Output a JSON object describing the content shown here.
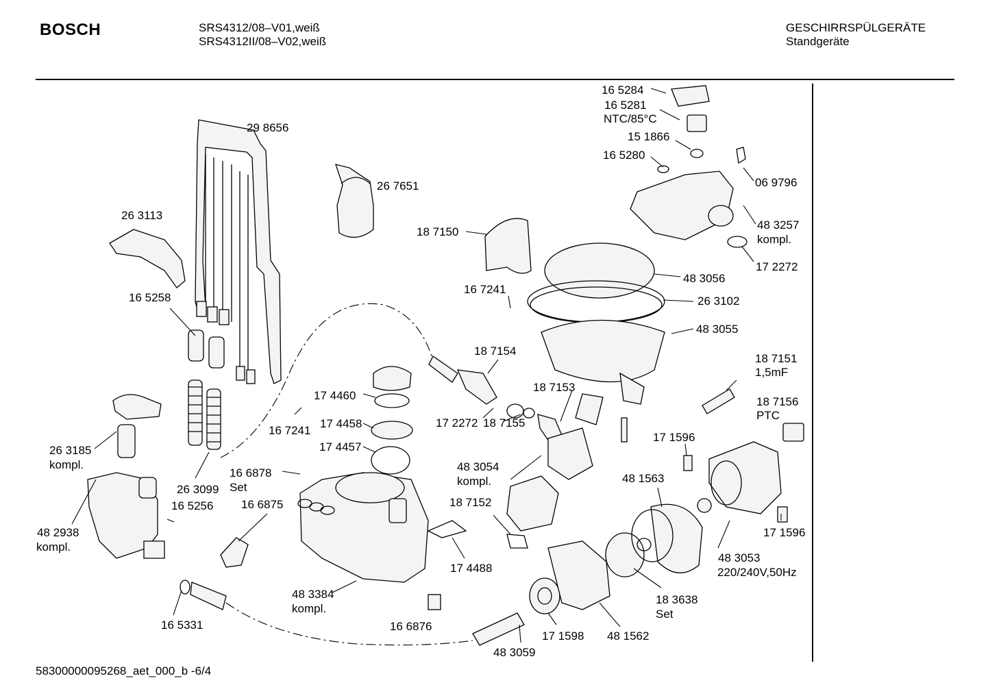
{
  "header": {
    "brand": "BOSCH",
    "model_1": "SRS4312/08–V01,weiß",
    "model_2": "SRS4312II/08–V02,weiß",
    "category": "GESCHIRRSPÜLGERÄTE",
    "subcategory": "Standgeräte"
  },
  "footer": {
    "doc_id": "58300000095268_aet_000_b  -6/4"
  },
  "parts": [
    {
      "id": "p298656",
      "lines": [
        "29 8656"
      ]
    },
    {
      "id": "p267651",
      "lines": [
        "26 7651"
      ]
    },
    {
      "id": "p263113",
      "lines": [
        "26 3113"
      ]
    },
    {
      "id": "p165258",
      "lines": [
        "16 5258"
      ]
    },
    {
      "id": "p187150",
      "lines": [
        "18 7150"
      ]
    },
    {
      "id": "p167241a",
      "lines": [
        "16 7241"
      ]
    },
    {
      "id": "p165284",
      "lines": [
        "16 5284"
      ]
    },
    {
      "id": "p165281",
      "lines": [
        "16 5281",
        "NTC/85°C"
      ]
    },
    {
      "id": "p151866",
      "lines": [
        "15 1866"
      ]
    },
    {
      "id": "p165280",
      "lines": [
        "16 5280"
      ]
    },
    {
      "id": "p069796",
      "lines": [
        "06 9796"
      ]
    },
    {
      "id": "p483257",
      "lines": [
        "48 3257",
        "kompl."
      ]
    },
    {
      "id": "p172272a",
      "lines": [
        "17 2272"
      ]
    },
    {
      "id": "p483056",
      "lines": [
        "48 3056"
      ]
    },
    {
      "id": "p263102",
      "lines": [
        "26 3102"
      ]
    },
    {
      "id": "p483055",
      "lines": [
        "48 3055"
      ]
    },
    {
      "id": "p187154",
      "lines": [
        "18 7154"
      ]
    },
    {
      "id": "p174460",
      "lines": [
        "17 4460"
      ]
    },
    {
      "id": "p174458",
      "lines": [
        "17 4458"
      ]
    },
    {
      "id": "p167241b",
      "lines": [
        "16 7241"
      ]
    },
    {
      "id": "p174457",
      "lines": [
        "17 4457"
      ]
    },
    {
      "id": "p187153",
      "lines": [
        "18 7153"
      ]
    },
    {
      "id": "p172272b",
      "lines": [
        "17 2272"
      ]
    },
    {
      "id": "p187155",
      "lines": [
        "18 7155"
      ]
    },
    {
      "id": "p187151",
      "lines": [
        "18 7151",
        "1,5mF"
      ]
    },
    {
      "id": "p187156",
      "lines": [
        "18 7156",
        "PTC"
      ]
    },
    {
      "id": "p171596a",
      "lines": [
        "17 1596"
      ]
    },
    {
      "id": "p263185",
      "lines": [
        "26 3185",
        "kompl."
      ]
    },
    {
      "id": "p263099",
      "lines": [
        "26 3099"
      ]
    },
    {
      "id": "p166878",
      "lines": [
        "16 6878",
        "Set"
      ]
    },
    {
      "id": "p483054",
      "lines": [
        "48 3054",
        "kompl."
      ]
    },
    {
      "id": "p481563",
      "lines": [
        "48 1563"
      ]
    },
    {
      "id": "p165256",
      "lines": [
        "16 5256"
      ]
    },
    {
      "id": "p166875",
      "lines": [
        "16 6875"
      ]
    },
    {
      "id": "p187152",
      "lines": [
        "18 7152"
      ]
    },
    {
      "id": "p171596b",
      "lines": [
        "17 1596"
      ]
    },
    {
      "id": "p482938",
      "lines": [
        "48 2938",
        "kompl."
      ]
    },
    {
      "id": "p174488",
      "lines": [
        "17 4488"
      ]
    },
    {
      "id": "p483053",
      "lines": [
        "48 3053",
        "220/240V,50Hz"
      ]
    },
    {
      "id": "p183638",
      "lines": [
        "18 3638",
        "Set"
      ]
    },
    {
      "id": "p483384",
      "lines": [
        "48 3384",
        "kompl."
      ]
    },
    {
      "id": "p165331",
      "lines": [
        "16 5331"
      ]
    },
    {
      "id": "p166876",
      "lines": [
        "16 6876"
      ]
    },
    {
      "id": "p171598",
      "lines": [
        "17 1598"
      ]
    },
    {
      "id": "p481562",
      "lines": [
        "48 1562"
      ]
    },
    {
      "id": "p483059",
      "lines": [
        "48 3059"
      ]
    }
  ]
}
